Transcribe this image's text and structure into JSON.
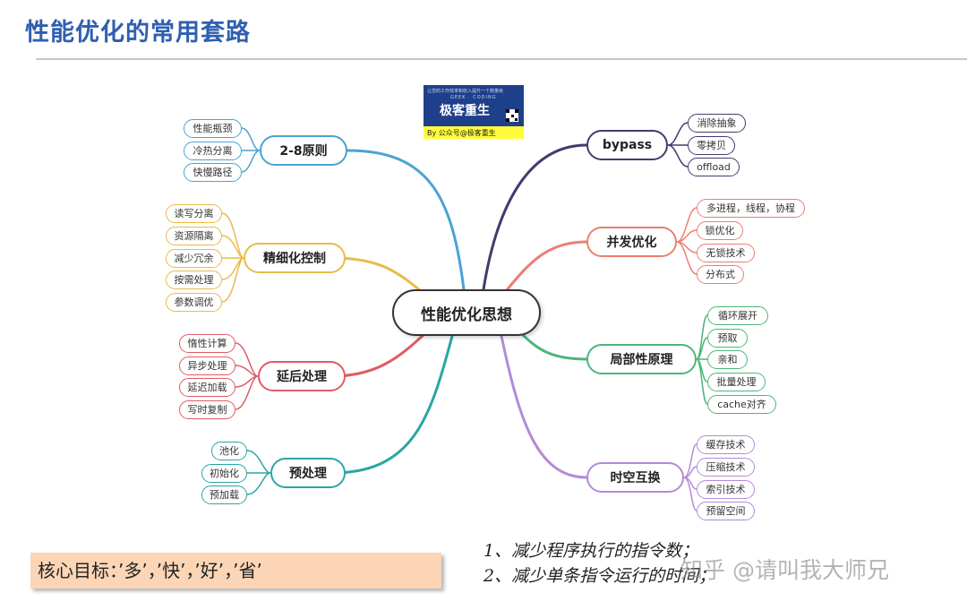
{
  "title": "性能优化的常用套路",
  "center": "性能优化思想",
  "logo": {
    "top_text": "让您的工作效率和收入提升一个数量级",
    "sub_text": "GEEK · CODING",
    "main_text": "极客重生",
    "bottom_text": "By 公众号@极客重生"
  },
  "branches": {
    "b28": {
      "label": "2-8原则",
      "color": "#4aa3d4",
      "leaves": [
        "性能瓶颈",
        "冷热分离",
        "快慢路径"
      ]
    },
    "refine": {
      "label": "精细化控制",
      "color": "#e9bb49",
      "leaves": [
        "读写分离",
        "资源隔离",
        "减少冗余",
        "按需处理",
        "参数调优"
      ]
    },
    "delay": {
      "label": "延后处理",
      "color": "#dd5c66",
      "leaves": [
        "惰性计算",
        "异步处理",
        "延迟加载",
        "写时复制"
      ]
    },
    "pre": {
      "label": "预处理",
      "color": "#2ba5a5",
      "leaves": [
        "池化",
        "初始化",
        "预加载"
      ]
    },
    "bypass": {
      "label": "bypass",
      "color": "#3f3d6e",
      "leaves": [
        "消除抽象",
        "零拷贝",
        "offload"
      ]
    },
    "concurrency": {
      "label": "并发优化",
      "color": "#ec7e72",
      "leaves": [
        "多进程，线程，协程",
        "锁优化",
        "无锁技术",
        "分布式"
      ]
    },
    "locality": {
      "label": "局部性原理",
      "color": "#4cb67a",
      "leaves": [
        "循环展开",
        "预取",
        "亲和",
        "批量处理",
        "cache对齐"
      ]
    },
    "spacetime": {
      "label": "时空互换",
      "color": "#b48ad8",
      "leaves": [
        "缓存技术",
        "压缩技术",
        "索引技术",
        "预留空间"
      ]
    }
  },
  "goal": "核心目标：’多’，’快’，’好’，’省’",
  "notes": [
    "1、减少程序执行的指令数；",
    "2、减少单条指令运行的时间；"
  ],
  "watermark": "知乎 @请叫我大师兄"
}
